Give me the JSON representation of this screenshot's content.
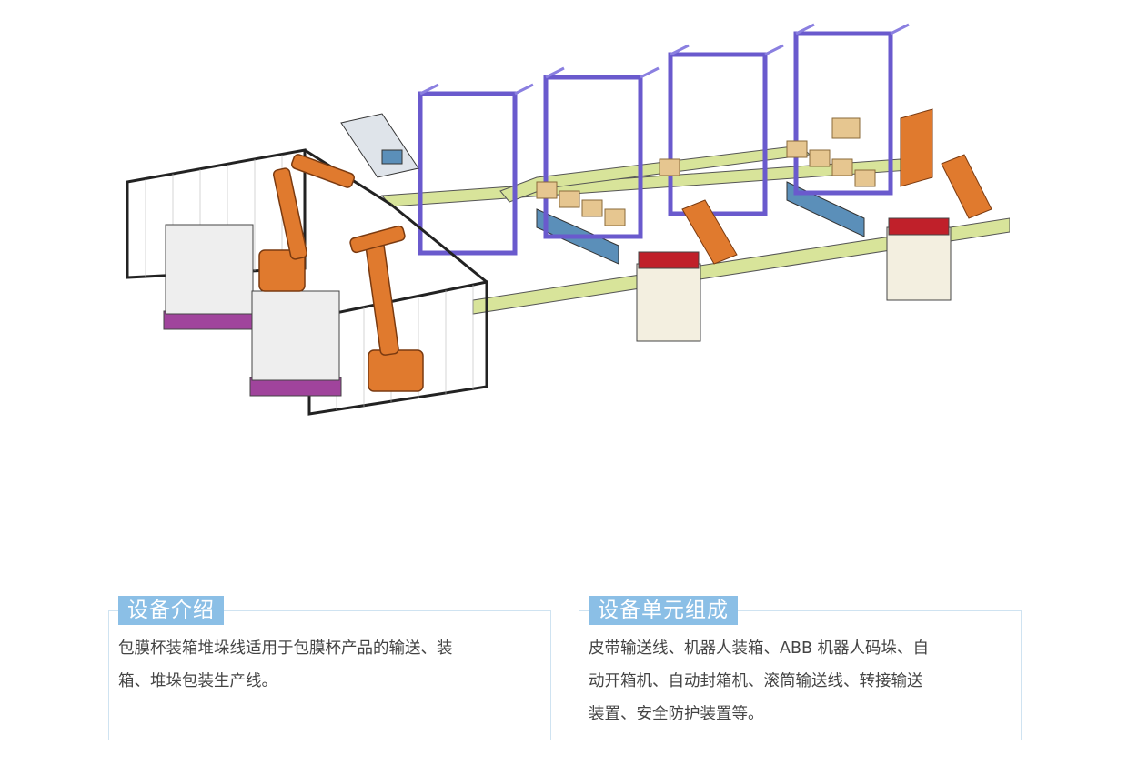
{
  "illustration": {
    "subject": "automated production line rendering",
    "colors": {
      "frame": "#6a5acd",
      "robot": "#e07a2e",
      "box": "#e6c690",
      "conveyor": "#d8e49a",
      "base": "#5b8fb9",
      "panel": "#c0202a",
      "pallet": "#a0449c",
      "container": "#eeeeee"
    }
  },
  "sections": [
    {
      "title": "设备介绍",
      "lines": [
        "包膜杯装箱堆垛线适用于包膜杯产品的输送、装",
        "箱、堆垛包装生产线。"
      ]
    },
    {
      "title": "设备单元组成",
      "lines": [
        "皮带输送线、机器人装箱、ABB 机器人码垛、自",
        "动开箱机、自动封箱机、滚筒输送线、转接输送",
        "装置、安全防护装置等。"
      ]
    }
  ],
  "accent_color": "#8bbfe6",
  "border_color": "#cfe3f1"
}
